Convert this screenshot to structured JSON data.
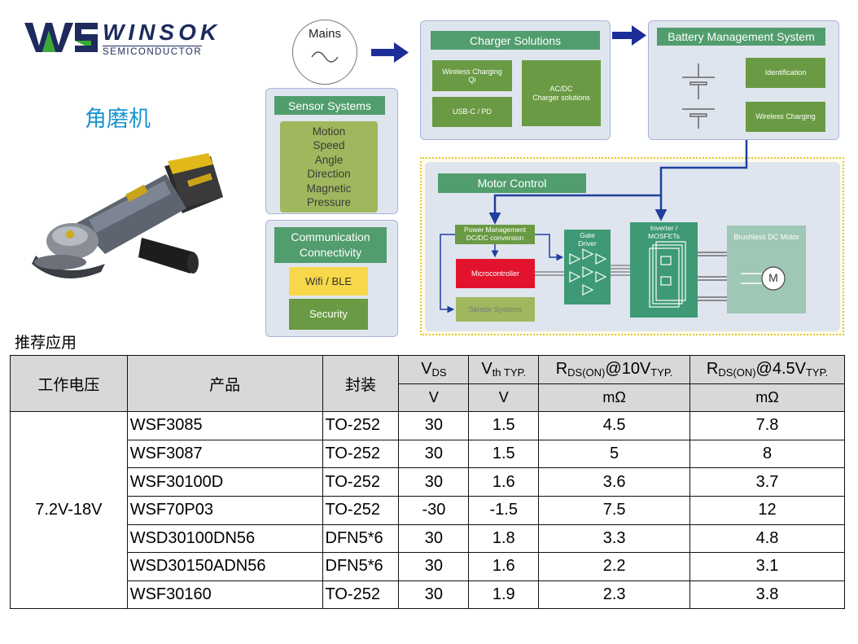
{
  "brand": {
    "name": "WINSOK",
    "subtitle": "SEMICONDUCTOR",
    "colors": {
      "navy": "#1e2b5c",
      "green": "#3aaa35",
      "accent_blue": "#1a95d0"
    }
  },
  "product_title": "角磨机",
  "diagram": {
    "mains_label": "Mains",
    "charger": {
      "title": "Charger Solutions",
      "wireless_line1": "Wireless Charging",
      "wireless_line2": "Qi",
      "usbc": "USB-C / PD",
      "acdc_line1": "AC/DC",
      "acdc_line2": "Charger solutions"
    },
    "bms": {
      "title": "Battery Management System",
      "identification": "Identification",
      "wireless": "Wireless Charging"
    },
    "sensor": {
      "title": "Sensor Systems",
      "items": [
        "Motion",
        "Speed",
        "Angle",
        "Direction",
        "Magnetic",
        "Pressure"
      ]
    },
    "comm": {
      "title_line1": "Communication",
      "title_line2": "Connectivity",
      "wifi": "Wifi / BLE",
      "security": "Security"
    },
    "motor": {
      "title": "Motor Control",
      "pm_line1": "Power Management",
      "pm_line2": "DC/DC conversion",
      "gate_line1": "Gate",
      "gate_line2": "Driver",
      "inverter_line1": "Inverter /",
      "inverter_line2": "MOSFETs",
      "micro": "Microcontroller",
      "sensor": "Sensor Systems",
      "bldc": "Brushless DC Motor",
      "motor_symbol": "M"
    }
  },
  "table": {
    "section_label": "推荐应用",
    "headers": {
      "voltage": "工作电压",
      "product": "产品",
      "package": "封装",
      "vds_main": "V",
      "vds_sub": "DS",
      "vth_main": "V",
      "vth_sub": "th TYP.",
      "r10_main": "R",
      "r10_sub": "DS(ON)",
      "r10_cond": "@10V",
      "r10_sub2": "TYP.",
      "r45_main": "R",
      "r45_sub": "DS(ON)",
      "r45_cond": "@4.5V",
      "r45_sub2": "TYP."
    },
    "units": {
      "vds": "V",
      "vth": "V",
      "r10": "mΩ",
      "r45": "mΩ"
    },
    "voltage_range": "7.2V-18V",
    "rows": [
      {
        "product": "WSF3085",
        "package": "TO-252",
        "vds": "30",
        "vth": "1.5",
        "r10": "4.5",
        "r45": "7.8"
      },
      {
        "product": "WSF3087",
        "package": "TO-252",
        "vds": "30",
        "vth": "1.5",
        "r10": "5",
        "r45": "8"
      },
      {
        "product": "WSF30100D",
        "package": "TO-252",
        "vds": "30",
        "vth": "1.6",
        "r10": "3.6",
        "r45": "3.7"
      },
      {
        "product": "WSF70P03",
        "package": "TO-252",
        "vds": "-30",
        "vth": "-1.5",
        "r10": "7.5",
        "r45": "12"
      },
      {
        "product": "WSD30100DN56",
        "package": "DFN5*6",
        "vds": "30",
        "vth": "1.8",
        "r10": "3.3",
        "r45": "4.8"
      },
      {
        "product": "WSD30150ADN56",
        "package": "DFN5*6",
        "vds": "30",
        "vth": "1.6",
        "r10": "2.2",
        "r45": "3.1"
      },
      {
        "product": "WSF30160",
        "package": "TO-252",
        "vds": "30",
        "vth": "1.9",
        "r10": "2.3",
        "r45": "3.8"
      }
    ]
  }
}
